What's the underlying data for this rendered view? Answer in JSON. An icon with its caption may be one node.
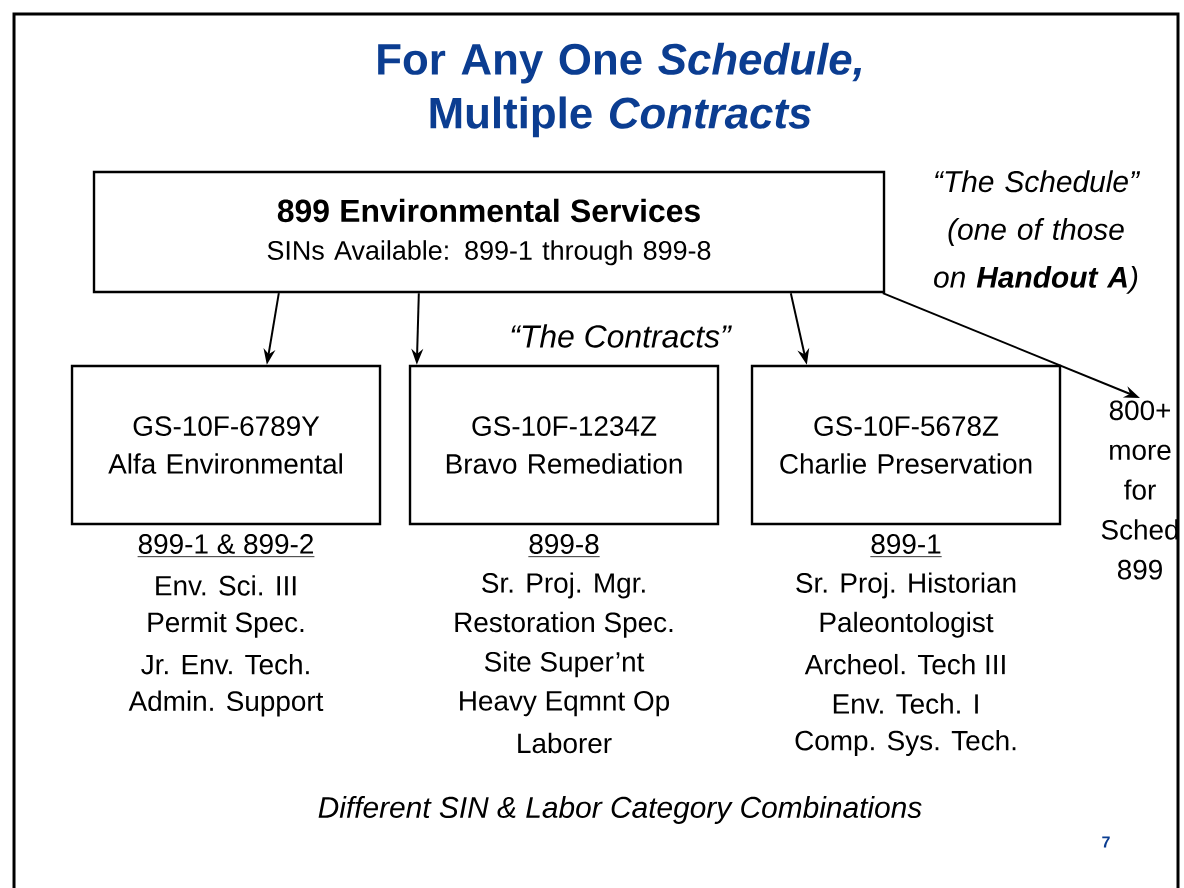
{
  "diagram": {
    "title": "For Any One *Schedule,* Multiple *Contracts*",
    "nodes": [
      {
        "text": [
          "899 Environmental Services",
          "SINs Available: 899-1 through 899-8"
        ],
        "beside": [
          "“The Schedule” (one of those on **Handout A**)"
        ]
      },
      {
        "text": [
          "GS-10F-6789Y",
          "Alfa Environmental"
        ],
        "beside": [
          "899-1 & 899-2",
          "Env. Sci. III",
          "Permit Spec.",
          "Jr. Env. Tech.",
          "Admin. Support"
        ]
      },
      {
        "text": [
          "GS-10F-1234Z",
          "Bravo Remediation"
        ],
        "beside": [
          "899-8",
          "Sr. Proj. Mgr.",
          "Restoration Spec.",
          "Site Super’nt",
          "Heavy Eqmnt Op",
          "Laborer"
        ]
      },
      {
        "text": [
          "GS-10F-5678Z",
          "Charlie Preservation"
        ],
        "beside": [
          "899-1",
          "Sr. Proj. Historian",
          "Paleontologist",
          "Archeol. Tech III",
          "Env. Tech. I",
          "Comp. Sys. Tech."
        ]
      },
      {
        "text": [
          "800+ more for Sched 899"
        ]
      }
    ],
    "edges": [
      {
        "from": 0,
        "to": 1,
        "arrow": "to"
      },
      {
        "from": 0,
        "to": 2,
        "arrow": "to"
      },
      {
        "from": 0,
        "to": 3,
        "arrow": "to"
      },
      {
        "from": 0,
        "to": 4,
        "arrow": "to"
      }
    ],
    "labels": [
      "“The Contracts”",
      "Different SIN & Labor Category Combinations",
      "7"
    ]
  }
}
